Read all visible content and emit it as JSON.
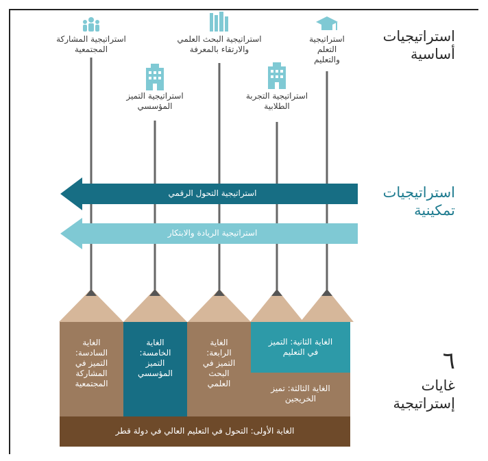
{
  "section_labels": {
    "core": "استراتيجيات\nأساسية",
    "enabling": "استراتيجيات\nتمكينية",
    "goals_number": "٦",
    "goals": "غايات\nإستراتيجية"
  },
  "core_strategies": [
    {
      "label": "استراتيجية\nالتعلم\nوالتعليم",
      "icon": "graduation-cap-icon"
    },
    {
      "label": "استراتيجية التجربة\nالطلابية",
      "icon": "building-icon"
    },
    {
      "label": "استراتيجية البحث العلمي\nوالارتقاء بالمعرفة",
      "icon": "books-icon"
    },
    {
      "label": "استراتيجية التميز\nالمؤسسي",
      "icon": "building-icon"
    },
    {
      "label": "استراتيجية المشاركة\nالمجتمعية",
      "icon": "people-icon"
    }
  ],
  "enabling_strategies": [
    {
      "label": "استراتيجية التحول الرقمي",
      "color": "#176e84"
    },
    {
      "label": "استراتيجية الريادة والابتكار",
      "color": "#7fc9d4"
    }
  ],
  "goals": {
    "first": "الغاية الأولى: التحول في التعليم العالي في دولة قطر",
    "second": "الغاية الثانية: التميز\nفي التعليم",
    "third": "الغاية الثالثة: تميز\nالخريجين",
    "fourth": "الغاية\nالرابعة:\nالتميز في\nالبحث\nالعلمي",
    "fifth": "الغاية\nالخامسة:\nالتميز\nالمؤسسي",
    "sixth": "الغاية\nالسادسة:\nالتميز في\nالمشاركة\nالمجتمعية"
  },
  "colors": {
    "dark_teal": "#176e84",
    "light_teal": "#7fc9d4",
    "medium_teal": "#2d9aa8",
    "brown": "#9c7b5e",
    "dark_brown": "#6e4a2a",
    "wood": "#d6b79a",
    "lead": "#555555",
    "label_dark": "#2a2a2a",
    "label_teal": "#1e7b8f"
  }
}
